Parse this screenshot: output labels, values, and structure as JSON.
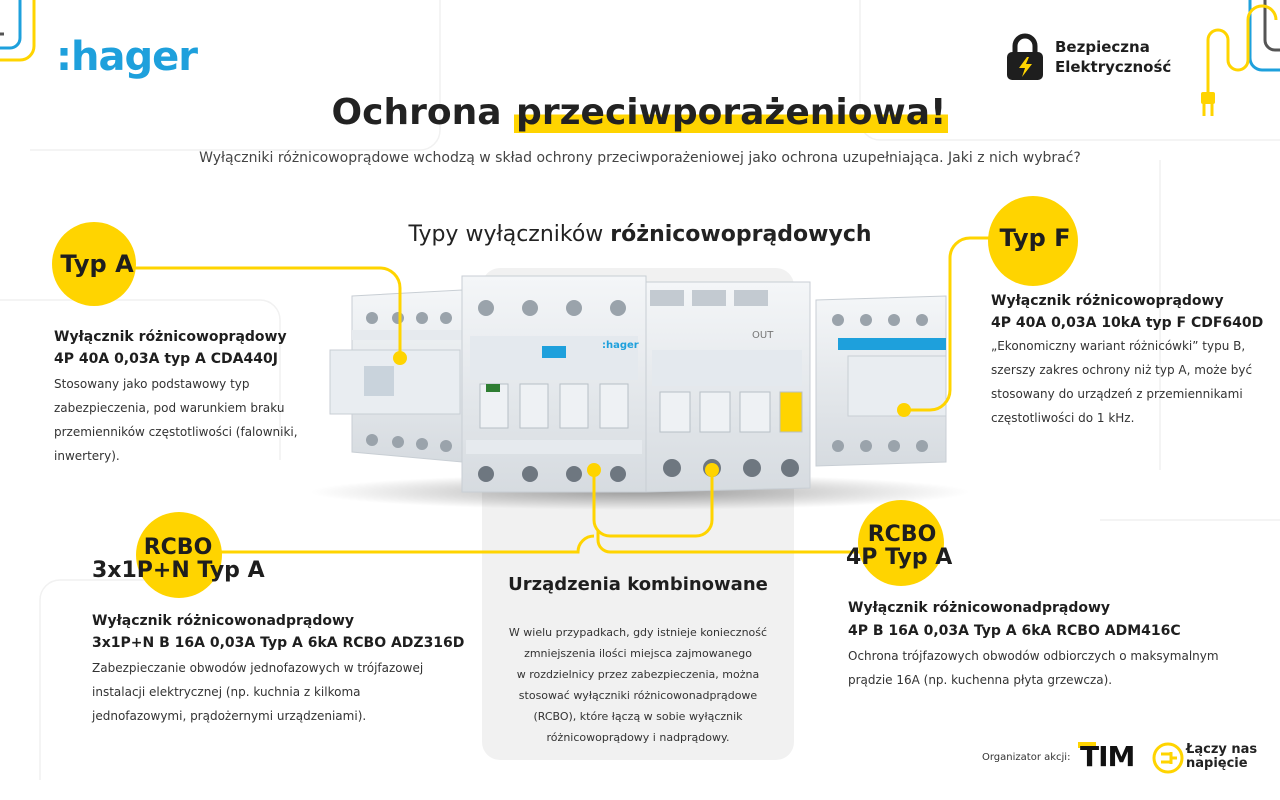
{
  "brand": {
    "logo": ":hager"
  },
  "campaign": {
    "line1": "Bezpieczna",
    "line2": "Elektryczność"
  },
  "title": {
    "part1": "Ochrona ",
    "highlight": "przeciwporażeniowa!"
  },
  "subtitle": "Wyłączniki różnicowoprądowe wchodzą w skład ochrony przeciwporażeniowej jako ochrona uzupełniająca. Jaki z nich wybrać?",
  "section": {
    "prefix": "Typy wyłączników ",
    "bold": "różnicowoprądowych"
  },
  "typeA": {
    "badge": "Typ A",
    "heading1": "Wyłącznik różnicowoprądowy",
    "heading2": "4P 40A 0,03A typ A CDA440J",
    "desc": [
      "Stosowany jako podstawowy typ",
      "zabezpieczenia, pod warunkiem braku",
      "przemienników częstotliwości (falowniki,",
      "inwertery)."
    ]
  },
  "typeF": {
    "badge": "Typ F",
    "heading1": "Wyłącznik różnicowoprądowy",
    "heading2": "4P 40A 0,03A 10kA typ F CDF640D",
    "desc": [
      "„Ekonomiczny wariant różnicówki” typu B,",
      "szerszy zakres ochrony niż typ A, może być",
      "stosowany do urządzeń z przemiennikami",
      "częstotliwości do 1 kHz."
    ]
  },
  "rcbo1": {
    "badge1": "RCBO",
    "badge2": "3x1P+N Typ A",
    "heading1": "Wyłącznik różnicowonadprądowy",
    "heading2": "3x1P+N B 16A 0,03A Typ A 6kA RCBO ADZ316D",
    "desc": [
      "Zabezpieczanie obwodów jednofazowych w trójfazowej",
      "instalacji elektrycznej (np. kuchnia z kilkoma",
      "jednofazowymi, prądożernymi urządzeniami)."
    ]
  },
  "rcbo2": {
    "badge1": "RCBO",
    "badge2": "4P Typ A",
    "heading1": "Wyłącznik różnicowonadprądowy",
    "heading2": "4P B 16A 0,03A Typ A 6kA RCBO ADM416C",
    "desc": [
      "Ochrona trójfazowych obwodów odbiorczych o maksymalnym",
      "prądzie 16A (np. kuchenna płyta grzewcza)."
    ]
  },
  "combined": {
    "title": "Urządzenia kombinowane",
    "desc": [
      "W wielu przypadkach, gdy istnieje konieczność",
      "zmniejszenia ilości miejsca zajmowanego",
      "w rozdzielnicy przez zabezpieczenia, można",
      "stosować wyłączniki różnicowonadprądowe",
      "(RCBO), które łączą w sobie wyłącznik",
      "różnicowoprądowy i nadprądowy."
    ]
  },
  "devices": {
    "label_hager": ":hager",
    "label_out": "OUT"
  },
  "footer": {
    "organizer": "Organizator akcji:",
    "tim": "TIM",
    "laczy1": "Łączy nas",
    "laczy2": "napięcie"
  },
  "colors": {
    "yellow": "#ffd400",
    "hagerBlue": "#1ea0dc"
  }
}
